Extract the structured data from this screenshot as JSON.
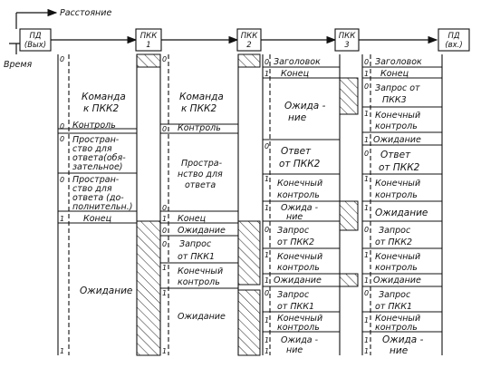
{
  "axes": {
    "x_label": "Расстояние",
    "y_label": "Время"
  },
  "nodes": [
    {
      "line1": "ПД",
      "line2": "(Вых)"
    },
    {
      "line1": "ПКК",
      "line2": "1"
    },
    {
      "line1": "ПКК",
      "line2": "2"
    },
    {
      "line1": "ПКК",
      "line2": "3"
    },
    {
      "line1": "ПД",
      "line2": "(вх.)"
    }
  ],
  "col1": {
    "cmd": [
      "Команда",
      "к ПКК2"
    ],
    "control": "Контроль",
    "space_req": [
      "Простран-",
      "ство для",
      "ответа(обя-",
      "зательное)"
    ],
    "space_opt": [
      "Простран-",
      "ство для",
      "ответа (до-",
      "полнительн.)"
    ],
    "end": "Конец",
    "wait": "Ожидание"
  },
  "col2": {
    "cmd": [
      "Команда",
      "к ПКК2"
    ],
    "control": "Контроль",
    "space": [
      "Простра-",
      "нство для",
      "ответа"
    ],
    "end": "Конец",
    "wait1": "Ожидание",
    "req": [
      "Запрос",
      "от ПКК1"
    ],
    "final": [
      "Конечный",
      "контроль"
    ],
    "wait2": "Ожидание"
  },
  "col3": {
    "header": "Заголовок",
    "end": "Конец",
    "wait1": [
      "Ожида -",
      "ние"
    ],
    "reply": [
      "Ответ",
      "от ПКК2"
    ],
    "final1": [
      "Конечный",
      "контроль"
    ],
    "wait2": [
      "Ожида -",
      "ние"
    ],
    "req1": [
      "Запрос",
      "от ПКК2"
    ],
    "final2": [
      "Конечный",
      "контроль"
    ],
    "wait3": "Ожидание",
    "req2": [
      "Запрос",
      "от ПКК1"
    ],
    "final3": [
      "Конечный",
      "контроль"
    ],
    "wait4": [
      "Ожида -",
      "ние"
    ]
  },
  "col4": {
    "header": "Заголовок",
    "end": "Конец",
    "req1": [
      "Запрос от",
      "ПКК3"
    ],
    "final1": [
      "Конечный",
      "контроль"
    ],
    "wait1": "Ожидание",
    "reply": [
      "Ответ",
      "от ПКК2"
    ],
    "final2": [
      "Конечный",
      "контроль"
    ],
    "wait2": "Ожидание",
    "req2": [
      "Запрос",
      "от ПКК2"
    ],
    "final3": [
      "Конечный",
      "контроль"
    ],
    "wait3": "Ожидание",
    "req3": [
      "Запрос",
      "от ПКК1"
    ],
    "final4": [
      "Конечный",
      "контроль"
    ],
    "wait4": [
      "Ожида -",
      "ние"
    ]
  },
  "bits": {
    "zero": "0",
    "one": "1"
  }
}
